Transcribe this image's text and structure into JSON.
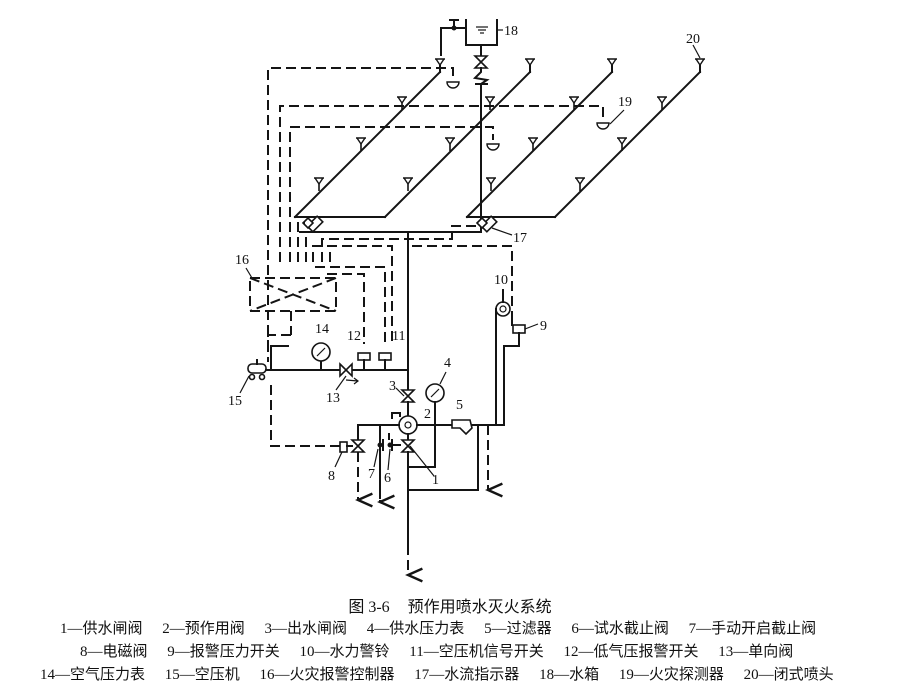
{
  "figure": {
    "number": "图 3-6",
    "title": "预作用喷水灭火系统"
  },
  "components": [
    {
      "id": "1",
      "name": "供水闸阀"
    },
    {
      "id": "2",
      "name": "预作用阀"
    },
    {
      "id": "3",
      "name": "出水闸阀"
    },
    {
      "id": "4",
      "name": "供水压力表"
    },
    {
      "id": "5",
      "name": "过滤器"
    },
    {
      "id": "6",
      "name": "试水截止阀"
    },
    {
      "id": "7",
      "name": "手动开启截止阀"
    },
    {
      "id": "8",
      "name": "电磁阀"
    },
    {
      "id": "9",
      "name": "报警压力开关"
    },
    {
      "id": "10",
      "name": "水力警铃"
    },
    {
      "id": "11",
      "name": "空压机信号开关"
    },
    {
      "id": "12",
      "name": "低气压报警开关"
    },
    {
      "id": "13",
      "name": "单向阀"
    },
    {
      "id": "14",
      "name": "空气压力表"
    },
    {
      "id": "15",
      "name": "空压机"
    },
    {
      "id": "16",
      "name": "火灾报警控制器"
    },
    {
      "id": "17",
      "name": "水流指示器"
    },
    {
      "id": "18",
      "name": "水箱"
    },
    {
      "id": "19",
      "name": "火灾探测器"
    },
    {
      "id": "20",
      "name": "闭式喷头"
    }
  ],
  "legend_rows": [
    [
      "1—供水闸阀",
      "2—预作用阀",
      "3—出水闸阀",
      "4—供水压力表",
      "5—过滤器",
      "6—试水截止阀",
      "7—手动开启截止阀"
    ],
    [
      "8—电磁阀",
      "9—报警压力开关",
      "10—水力警铃",
      "11—空压机信号开关",
      "12—低气压报警开关",
      "13—单向阀"
    ],
    [
      "14—空气压力表",
      "15—空压机",
      "16—火灾报警控制器",
      "17—水流指示器",
      "18—水箱",
      "19—火灾探测器",
      "20—闭式喷头"
    ]
  ],
  "diagram_labels": {
    "l1": "1",
    "l2": "2",
    "l3": "3",
    "l4": "4",
    "l5": "5",
    "l6": "6",
    "l7": "7",
    "l8": "8",
    "l9": "9",
    "l10": "10",
    "l11": "11",
    "l12": "12",
    "l13": "13",
    "l14": "14",
    "l15": "15",
    "l16": "16",
    "l17": "17",
    "l18": "18",
    "l19": "19",
    "l20": "20"
  },
  "line_styles": {
    "solid": "water pipe",
    "dashed": "signal / air line"
  }
}
